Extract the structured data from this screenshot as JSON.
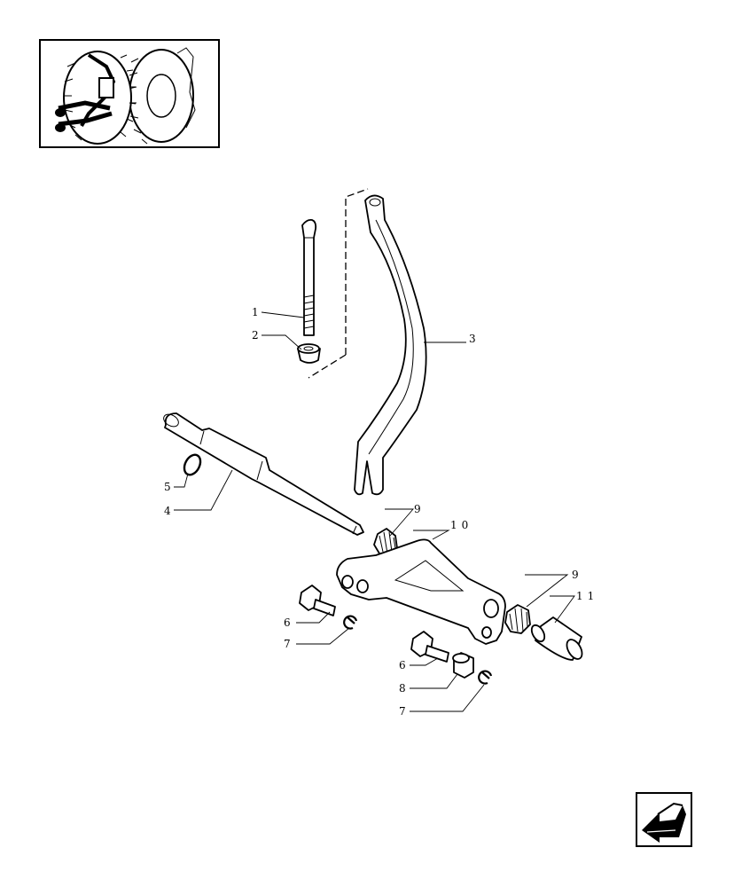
{
  "callouts": [
    "1",
    "2",
    "3",
    "5",
    "4",
    "9",
    "10",
    "9",
    "11",
    "6",
    "7",
    "6",
    "8",
    "7"
  ]
}
